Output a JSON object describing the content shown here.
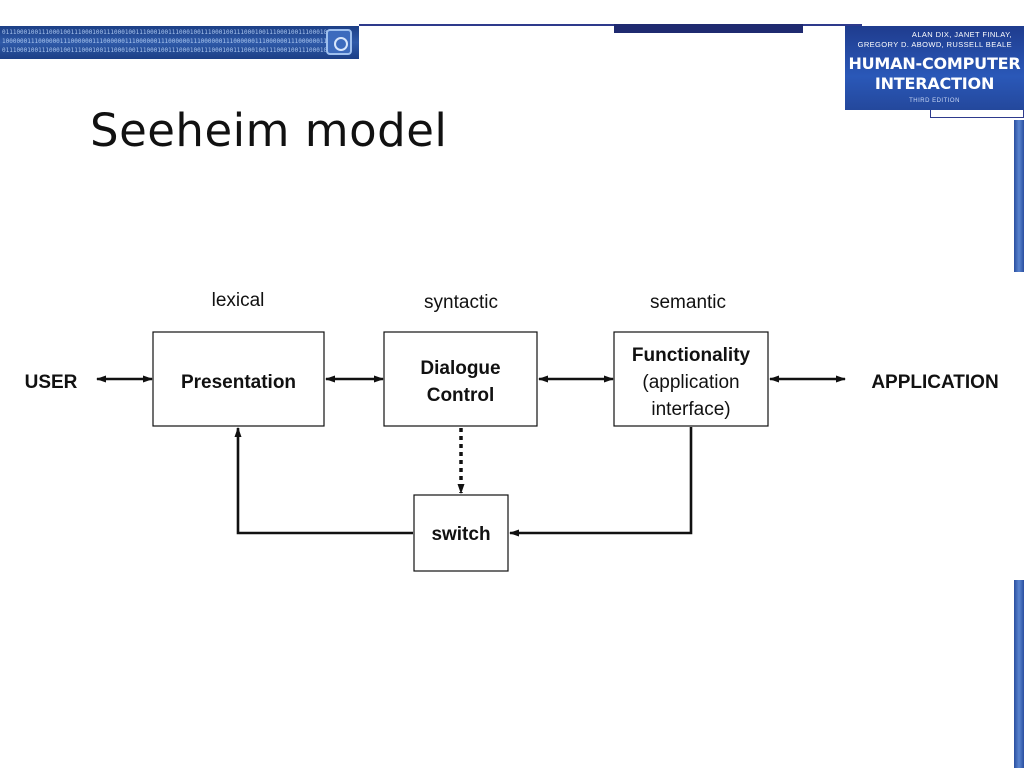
{
  "slide": {
    "title": "Seeheim model"
  },
  "book": {
    "authors_line1": "ALAN DIX, JANET FINLAY,",
    "authors_line2": "GREGORY D. ABOWD, RUSSELL BEALE",
    "title_line1": "HUMAN-COMPUTER",
    "title_line2": "INTERACTION",
    "edition": "THIRD EDITION"
  },
  "banner": {
    "binary_row1": "011100010011100010011100010011100010011100010011100010011100010011100010011100010011100010011",
    "binary_row2": "1000000111000000111000000111000000111000000111000000111000000111000000111000000111000000111",
    "binary_row3": "011100010011100010011100010011100010011100010011100010011100010011100010011100010011100010011"
  },
  "diagram": {
    "levels": {
      "lexical": "lexical",
      "syntactic": "syntactic",
      "semantic": "semantic"
    },
    "endpoints": {
      "user": "USER",
      "application": "APPLICATION"
    },
    "boxes": {
      "presentation": "Presentation",
      "dialogue_line1": "Dialogue",
      "dialogue_line2": "Control",
      "functionality_line1": "Functionality",
      "functionality_line2": "(application",
      "functionality_line3": "interface)",
      "switch": "switch"
    }
  }
}
